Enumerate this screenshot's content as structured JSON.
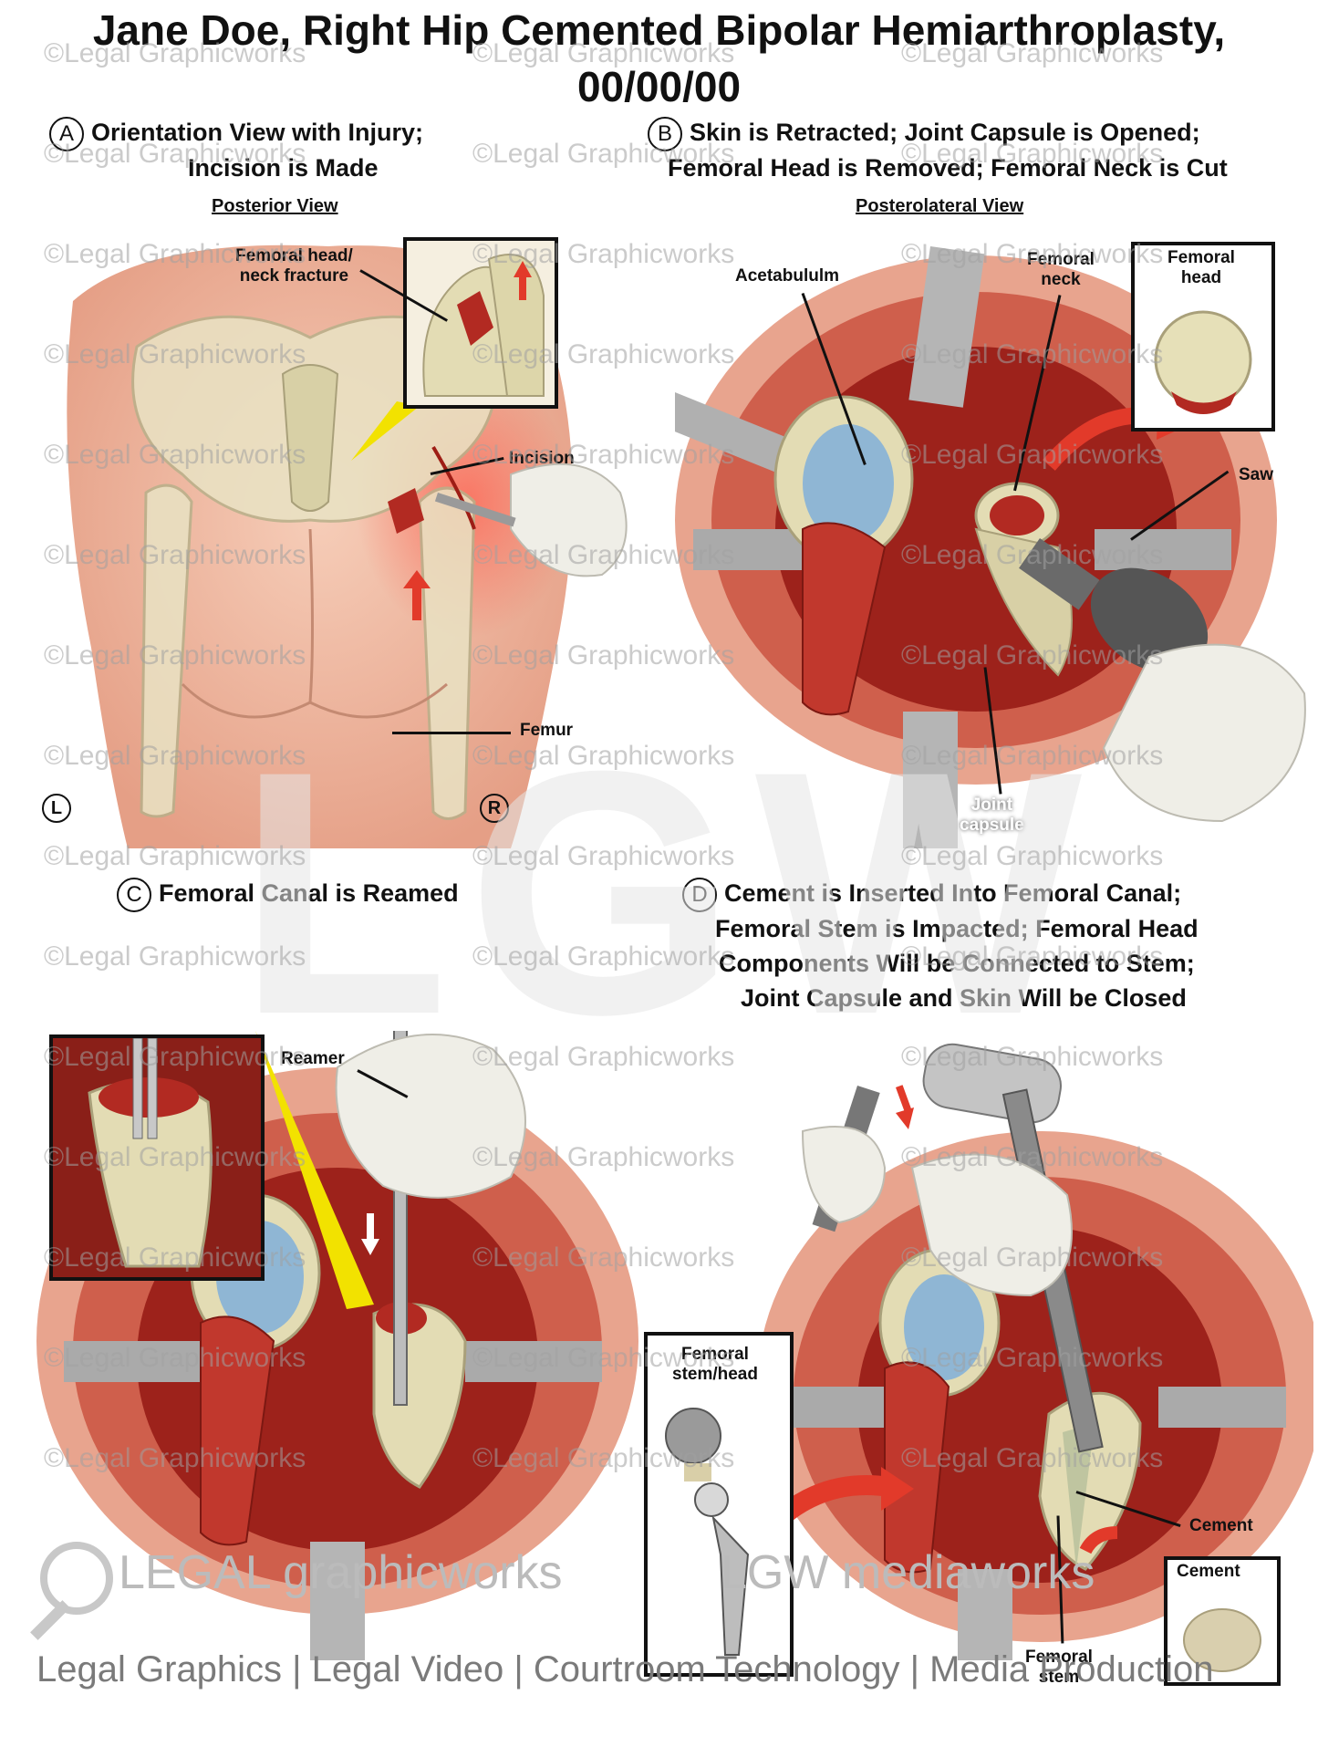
{
  "title": {
    "line1": "Jane Doe, Right Hip Cemented Bipolar Hemiarthroplasty,",
    "line2": "00/00/00"
  },
  "panels": {
    "a": {
      "letter": "A",
      "heading_line1": "Orientation View with Injury;",
      "heading_line2": "Incision is Made",
      "view": "Posterior View",
      "labels": {
        "fracture": "Femoral head/",
        "fracture2": "neck fracture",
        "incision": "Incision",
        "femur": "Femur",
        "left": "L",
        "right": "R"
      }
    },
    "b": {
      "letter": "B",
      "heading_line1": "Skin is Retracted; Joint Capsule is Opened;",
      "heading_line2": "Femoral Head is Removed; Femoral Neck is Cut",
      "view": "Posterolateral View",
      "labels": {
        "acetabulum": "Acetabululm",
        "neck1": "Femoral",
        "neck2": "neck",
        "head1": "Femoral",
        "head2": "head",
        "saw": "Saw",
        "capsule1": "Joint",
        "capsule2": "capsule"
      }
    },
    "c": {
      "letter": "C",
      "heading": "Femoral Canal is Reamed",
      "labels": {
        "reamer": "Reamer"
      }
    },
    "d": {
      "letter": "D",
      "heading_line1": "Cement is Inserted Into Femoral Canal;",
      "heading_line2": "Femoral Stem is Impacted; Femoral Head",
      "heading_line3": "Components Will be Connected to Stem;",
      "heading_line4": "Joint Capsule and Skin Will be Closed",
      "labels": {
        "stemhead1": "Femoral",
        "stemhead2": "stem/head",
        "cement": "Cement",
        "cement_inset": "Cement",
        "stem1": "Femoral",
        "stem2": "stem"
      }
    }
  },
  "watermark": {
    "text": "©Legal Graphicworks",
    "big": "LGW",
    "brand_left": "LEGAL graphicworks",
    "brand_right": "LGW mediaworks",
    "footer": "Legal Graphics | Legal Video | Courtroom Technology | Media Production"
  },
  "colors": {
    "skin": "#f2b9a0",
    "muscle": "#b2322a",
    "bone": "#e6e0b8",
    "cartilage": "#8fb6d4",
    "retractor": "#a9a9a9",
    "arrow": "#e23a2a",
    "callout_yellow": "#f2e200"
  }
}
